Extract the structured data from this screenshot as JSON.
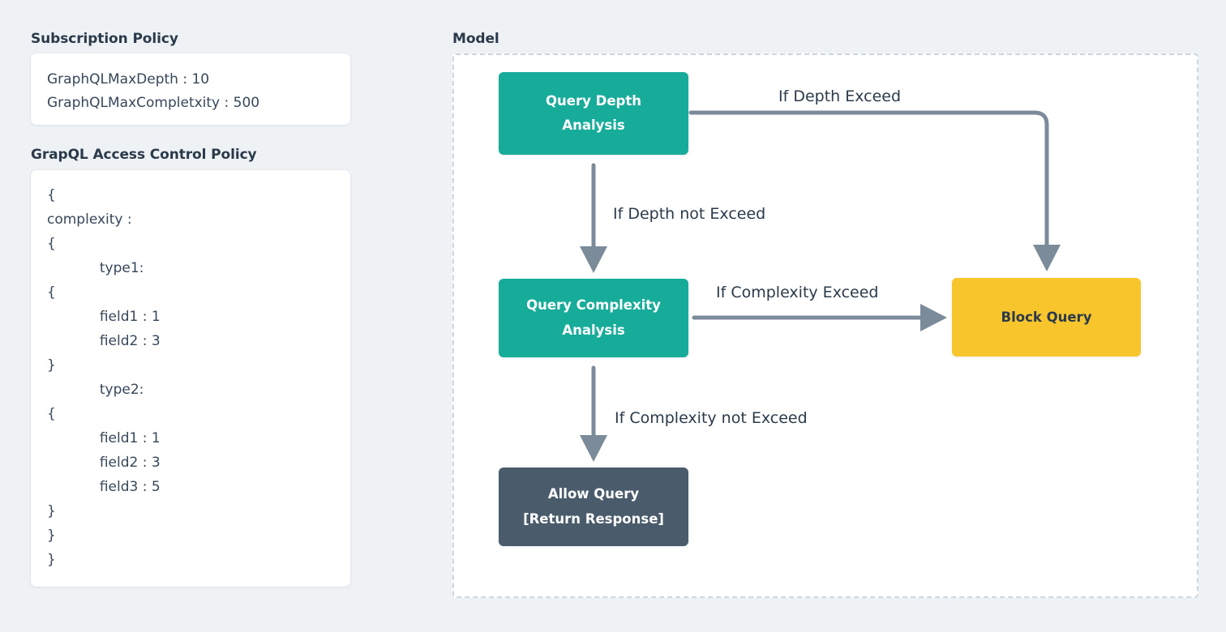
{
  "theme": {
    "background": "#eef2f5",
    "card_background": "#ffffff",
    "text_primary": "#2b3a4a",
    "text_body": "#37475a",
    "node_teal": "#17ab9a",
    "node_amber": "#f8c62c",
    "node_slate": "#4a5c6b",
    "edge_gray": "#7c8b99",
    "dashed_border": "#ccd7e0"
  },
  "left_column": {
    "subscription_policy": {
      "title": "Subscription Policy",
      "lines": [
        "GraphQLMaxDepth : 10",
        "GraphQLMaxCompletxity : 500"
      ]
    },
    "access_control_policy": {
      "title": "GrapQL Access Control Policy",
      "lines": [
        "{",
        "complexity :",
        "{",
        "            type1:",
        "{",
        "            field1 : 1",
        "            field2 : 3",
        "}",
        "            type2:",
        "{",
        "            field1 : 1",
        "            field2 : 3",
        "            field3 : 5",
        "}",
        "}",
        "}"
      ]
    }
  },
  "model": {
    "title": "Model",
    "nodes": [
      {
        "id": "query-depth-analysis",
        "label_line1": "Query Depth",
        "label_line2": "Analysis",
        "color": "teal"
      },
      {
        "id": "query-complexity-analysis",
        "label_line1": "Query Complexity",
        "label_line2": "Analysis",
        "color": "teal"
      },
      {
        "id": "block-query",
        "label_line1": "Block Query",
        "label_line2": "",
        "color": "amber"
      },
      {
        "id": "allow-query",
        "label_line1": "Allow Query",
        "label_line2": "[Return Response]",
        "color": "slate"
      }
    ],
    "edges": [
      {
        "id": "depth-exceed",
        "label": "If Depth Exceed",
        "from": "query-depth-analysis",
        "to": "block-query"
      },
      {
        "id": "depth-not-exceed",
        "label": "If Depth not Exceed",
        "from": "query-depth-analysis",
        "to": "query-complexity-analysis"
      },
      {
        "id": "complexity-exceed",
        "label": "If Complexity Exceed",
        "from": "query-complexity-analysis",
        "to": "block-query"
      },
      {
        "id": "complexity-not-exceed",
        "label": "If Complexity not Exceed",
        "from": "query-complexity-analysis",
        "to": "allow-query"
      }
    ]
  }
}
